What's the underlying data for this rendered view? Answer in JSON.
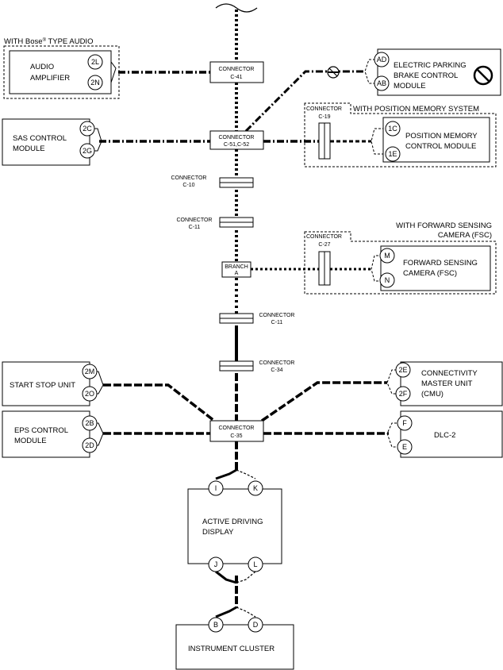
{
  "options": {
    "bose_prefix": "WITH Bose",
    "bose_mark": "®",
    "bose_suffix": " TYPE AUDIO",
    "position_memory": "WITH POSITION MEMORY SYSTEM",
    "fsc_line1": "WITH FORWARD SENSING",
    "fsc_line2": "CAMERA (FSC)"
  },
  "modules": {
    "audio_amp": [
      "AUDIO",
      "AMPLIFIER"
    ],
    "epb": [
      "ELECTRIC PARKING",
      "BRAKE CONTROL",
      "MODULE"
    ],
    "sas": [
      "SAS CONTROL",
      "MODULE"
    ],
    "pos_mem": [
      "POSITION MEMORY",
      "CONTROL MODULE"
    ],
    "fsc": [
      "FORWARD SENSING",
      "CAMERA (FSC)"
    ],
    "start_stop": "START STOP UNIT",
    "cmu": [
      "CONNECTIVITY",
      "MASTER UNIT",
      "(CMU)"
    ],
    "eps": [
      "EPS CONTROL",
      "MODULE"
    ],
    "dlc": "DLC-2",
    "add": [
      "ACTIVE DRIVING",
      "DISPLAY"
    ],
    "cluster": "INSTRUMENT CLUSTER"
  },
  "connectors": {
    "c41": [
      "CONNECTOR",
      "C-41"
    ],
    "c51": [
      "CONNECTOR",
      "C-51,C-52"
    ],
    "c10": [
      "CONNECTOR",
      "C-10"
    ],
    "c11a": [
      "CONNECTOR",
      "C-11"
    ],
    "branch": [
      "BRANCH",
      "A"
    ],
    "c11b": [
      "CONNECTOR",
      "C-11"
    ],
    "c34": [
      "CONNECTOR",
      "C-34"
    ],
    "c35": [
      "CONNECTOR",
      "C-35"
    ],
    "c19": [
      "CONNECTOR",
      "C-19"
    ],
    "c27": [
      "CONNECTOR",
      "C-27"
    ]
  },
  "pins": {
    "audio": [
      "2L",
      "2N"
    ],
    "epb": [
      "AD",
      "AB"
    ],
    "sas": [
      "2C",
      "2G"
    ],
    "pos_mem": [
      "1C",
      "1E"
    ],
    "fsc": [
      "M",
      "N"
    ],
    "start_stop": [
      "2M",
      "2O"
    ],
    "cmu": [
      "2E",
      "2F"
    ],
    "eps": [
      "2B",
      "2D"
    ],
    "dlc": [
      "F",
      "E"
    ],
    "add_top": [
      "I",
      "K"
    ],
    "add_bottom": [
      "J",
      "L"
    ],
    "cluster": [
      "B",
      "D"
    ]
  },
  "icons": [
    "prohibited-icon",
    "no-connection-icon",
    "wire-break-symbol"
  ]
}
